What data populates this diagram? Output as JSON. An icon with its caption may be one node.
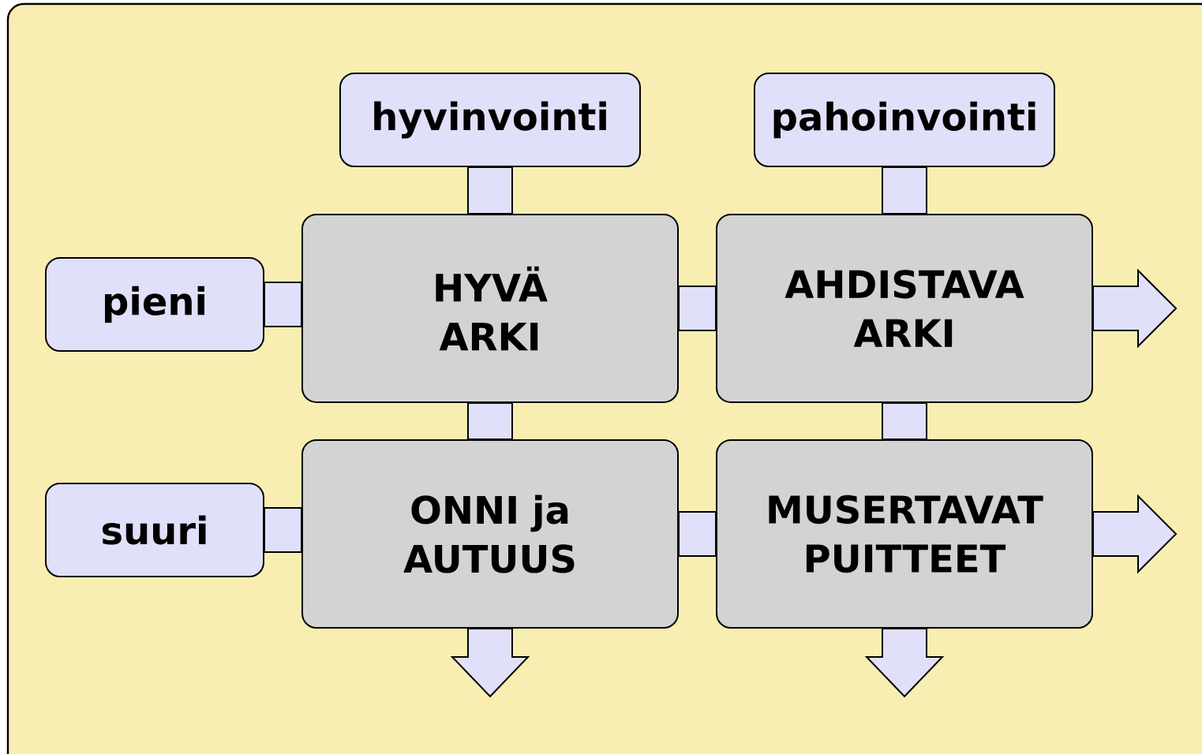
{
  "diagram": {
    "nodes": [
      {
        "text": [
          "hyvinvointi"
        ]
      },
      {
        "text": [
          "pahoinvointi"
        ]
      },
      {
        "text": [
          "pieni"
        ]
      },
      {
        "text": [
          "HYVÄ ARKI"
        ]
      },
      {
        "text": [
          "AHDISTAVA ARKI"
        ]
      },
      {
        "text": [
          "suuri"
        ]
      },
      {
        "text": [
          "ONNI ja AUTUUS"
        ]
      },
      {
        "text": [
          "MUSERTAVAT PUITTEET"
        ]
      }
    ],
    "edges": [
      {
        "from": 0,
        "to": 3,
        "arrow": "none"
      },
      {
        "from": 1,
        "to": 4,
        "arrow": "none"
      },
      {
        "from": 2,
        "to": 3,
        "arrow": "none"
      },
      {
        "from": 3,
        "to": 4,
        "arrow": "none"
      },
      {
        "from": 3,
        "to": 6,
        "arrow": "none"
      },
      {
        "from": 4,
        "to": 7,
        "arrow": "none"
      },
      {
        "from": 5,
        "to": 6,
        "arrow": "none"
      },
      {
        "from": 6,
        "to": 7,
        "arrow": "none"
      },
      {
        "from": 4,
        "to": null,
        "arrow": "to"
      },
      {
        "from": 7,
        "to": null,
        "arrow": "to"
      },
      {
        "from": 6,
        "to": null,
        "arrow": "to"
      },
      {
        "from": 7,
        "to": null,
        "arrow": "to"
      }
    ]
  }
}
